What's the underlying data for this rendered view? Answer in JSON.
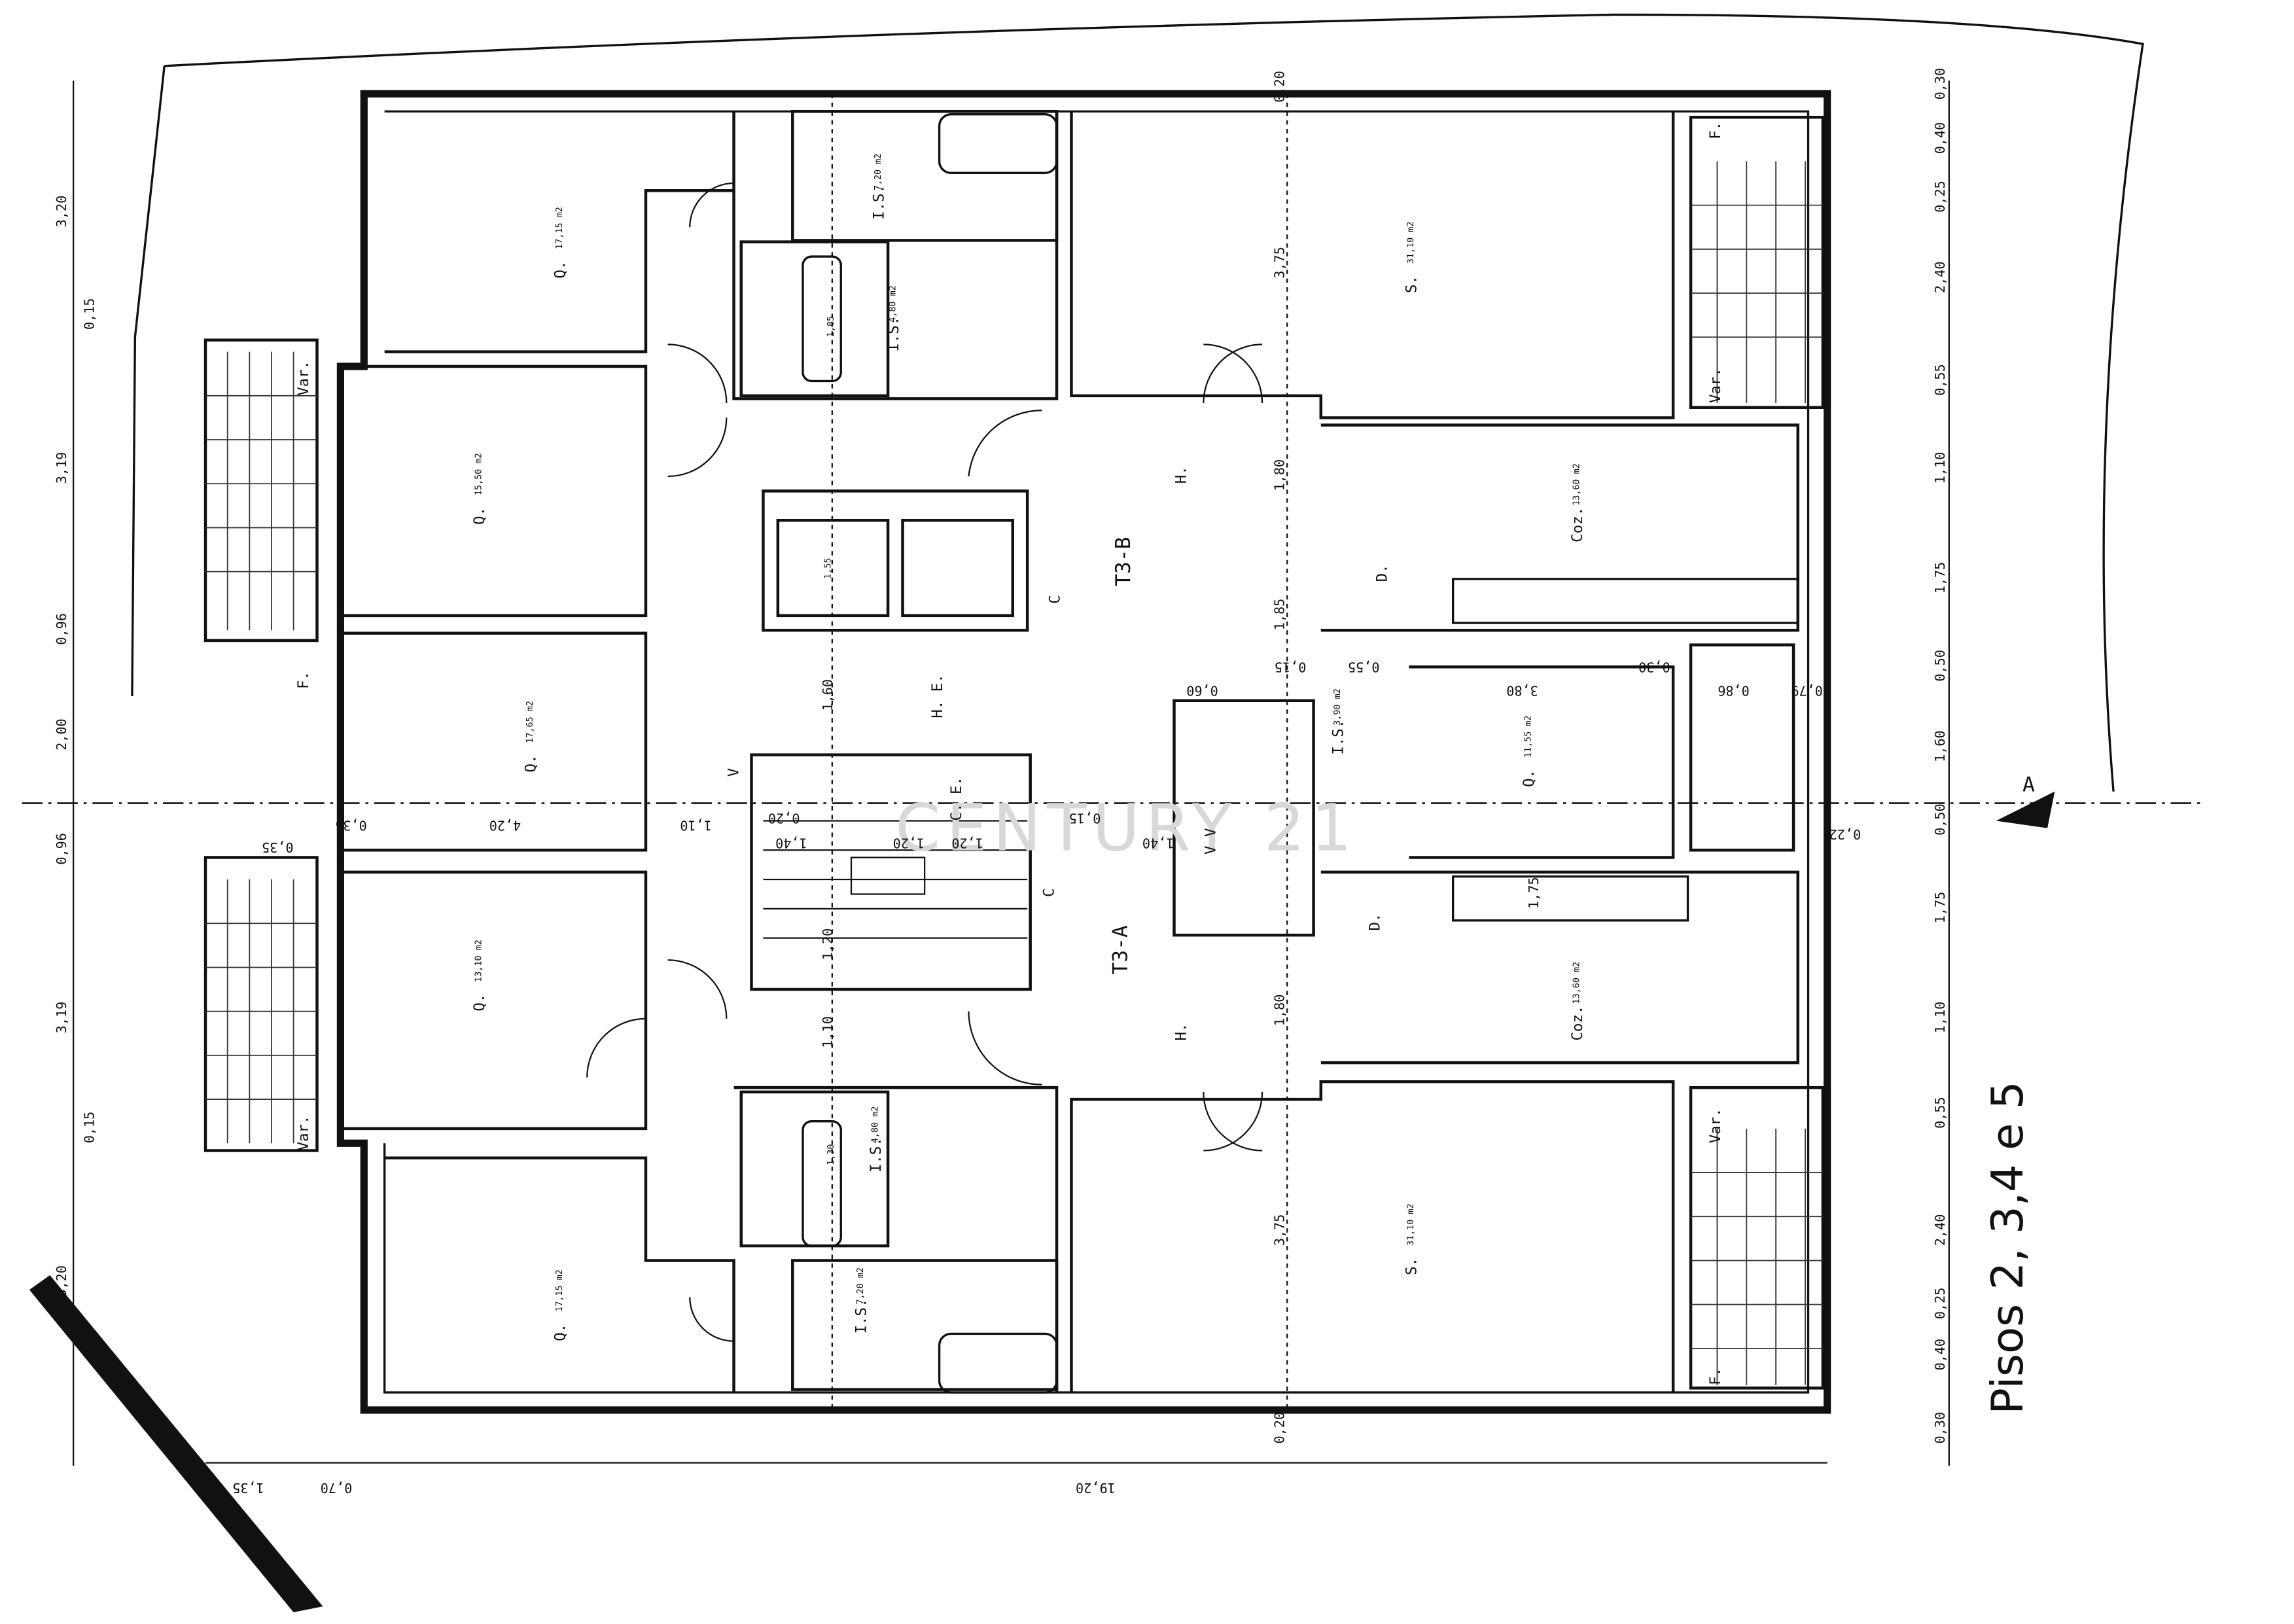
{
  "sheet": {
    "title": "Pisos 2, 3,4 e 5",
    "watermark": "CENTURY 21",
    "section_marker": "A"
  },
  "units": {
    "T3A": "T3-A",
    "T3B": "T3-B"
  },
  "rooms": {
    "q_top": "Q.",
    "q_top_area": "17,15 m2",
    "q2": "Q.",
    "q2_area": "15,50 m2",
    "q3": "Q.",
    "q3_area": "17,65 m2",
    "q4": "Q.",
    "q4_area": "13,10 m2",
    "q_bot": "Q.",
    "q_bot_area": "17,15 m2",
    "q_mid_right": "Q.",
    "q_mid_right_area": "11,55 m2",
    "s_top": "S.",
    "s_top_area": "31,10 m2",
    "s_bot": "S.",
    "s_bot_area": "31,10 m2",
    "coz_top": "Coz.",
    "coz_top_area": "13,60 m2",
    "coz_bot": "Coz.",
    "coz_bot_area": "13,60 m2",
    "is_1": "I.S.",
    "is_1_area": "7,20 m2",
    "is_2": "I.S.",
    "is_2_area": "4,80 m2",
    "is_3": "I.S.",
    "is_3_area": "4,80 m2",
    "is_4": "I.S.",
    "is_4_area": "7,20 m2",
    "is_5": "I.S.",
    "is_5_area": "3,90 m2",
    "h_top": "H.",
    "h_bot": "H.",
    "he": "H. E.",
    "ce": "C. E.",
    "d1": "D.",
    "d2": "D.",
    "c1": "C",
    "c2": "C",
    "var1": "Var.",
    "var2": "Var.",
    "var3": "Var.",
    "var4": "Var.",
    "f1": "F.",
    "f2": "F.",
    "f3": "F.",
    "v": "V",
    "vv": "V V",
    "bath1": "1,85",
    "bath2": "1,30",
    "lift": "1,55"
  },
  "dims": {
    "left": [
      "3,20",
      "0,15",
      "3,19",
      "0,96",
      "2,00",
      "0,96",
      "3,19",
      "0,15",
      "3,20"
    ],
    "right": [
      "0,30",
      "0,40",
      "0,25",
      "2,40",
      "0,55",
      "1,10",
      "1,75",
      "0,50",
      "1,60",
      "0,50",
      "1,75",
      "1,10",
      "0,55",
      "2,40",
      "0,25",
      "0,40",
      "0,30"
    ],
    "bottom_total": "19,20",
    "bottom_1": "1,35",
    "bottom_2": "0,70",
    "top_20": "0,20",
    "bot_20": "0,20",
    "mid_375_a": "3,75",
    "mid_375_b": "3,75",
    "mid_180_a": "1,80",
    "mid_180_b": "1,80",
    "row": [
      "0,35",
      "4,20",
      "1,10",
      "0,20",
      "1,40",
      "1,20",
      "0,15",
      "1,20",
      "1,40",
      "0,35"
    ],
    "d_380": "3,80",
    "d_030": "0,30",
    "d_185": "1,85",
    "d_160": "1,60",
    "d_120": "1,20",
    "d_110": "1,10",
    "d_175": "1,75",
    "d_060": "0,60",
    "d_015": "0,15",
    "d_055": "0,55",
    "d_079": "0,79",
    "d_086": "0,86",
    "d_022": "0,22"
  }
}
